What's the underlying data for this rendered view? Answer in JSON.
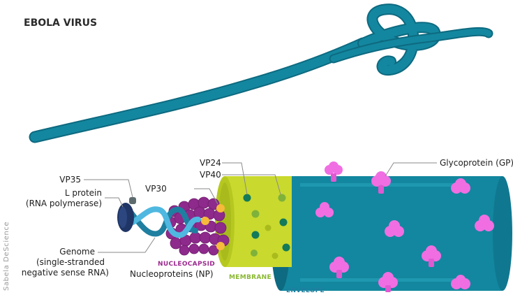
{
  "title": "EBOLA VIRUS",
  "labels": {
    "vp24": "VP24",
    "vp40": "VP40",
    "vp35": "VP35",
    "vp30": "VP30",
    "l_protein_line1": "L protein",
    "l_protein_line2": "(RNA polymerase)",
    "genome_line1": "Genome",
    "genome_line2": "(single-stranded",
    "genome_line3": "negative sense RNA)",
    "nucleocapsid": "NUCLEOCAPSID",
    "nucleoproteins": "Nucleoproteins (NP)",
    "membrane": "MEMBRANE",
    "envelope": "ENVELOPE",
    "glycoprotein": "Glycoprotein (GP)"
  },
  "credit": "Sabela DeScience",
  "colors": {
    "virus_teal": "#13879f",
    "virus_dark": "#0d6a80",
    "membrane": "#c9d92e",
    "membrane_dark": "#a9bb1c",
    "nucleoprotein": "#8e2a8c",
    "glycoprotein": "#f06ee2",
    "vp_dot_dark": "#137a5a",
    "vp_dot_light": "#7fb23a",
    "vp30_yellow": "#f6b93b",
    "l_protein": "#1f3566",
    "rna": "#4fb8e0"
  }
}
